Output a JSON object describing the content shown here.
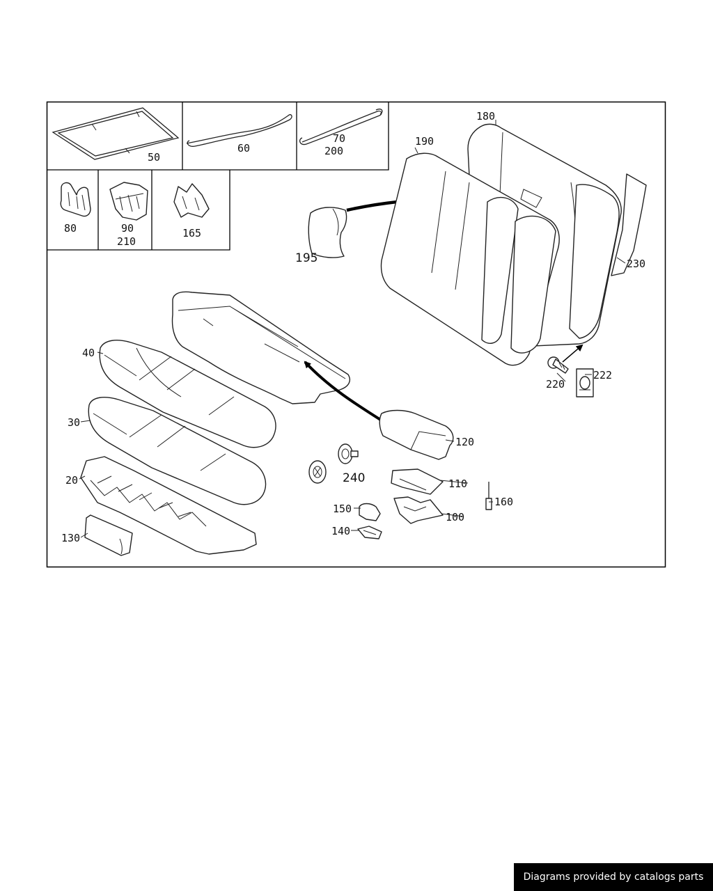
{
  "diagram": {
    "inset_labels": {
      "p50": "50",
      "p60": "60",
      "p70_200": [
        "70",
        "200"
      ],
      "p80": "80",
      "p90_210": [
        "90",
        "210"
      ],
      "p165": "165"
    },
    "part_labels": {
      "p180": "180",
      "p190": "190",
      "p195": "195",
      "p230": "230",
      "p40": "40",
      "p30": "30",
      "p20": "20",
      "p130": "130",
      "p120": "120",
      "p240": "240",
      "p110": "110",
      "p100": "100",
      "p150": "150",
      "p140": "140",
      "p160": "160",
      "p220": "220",
      "p222": "222"
    }
  },
  "footer": {
    "credit": "Diagrams provided by catalogs parts"
  }
}
